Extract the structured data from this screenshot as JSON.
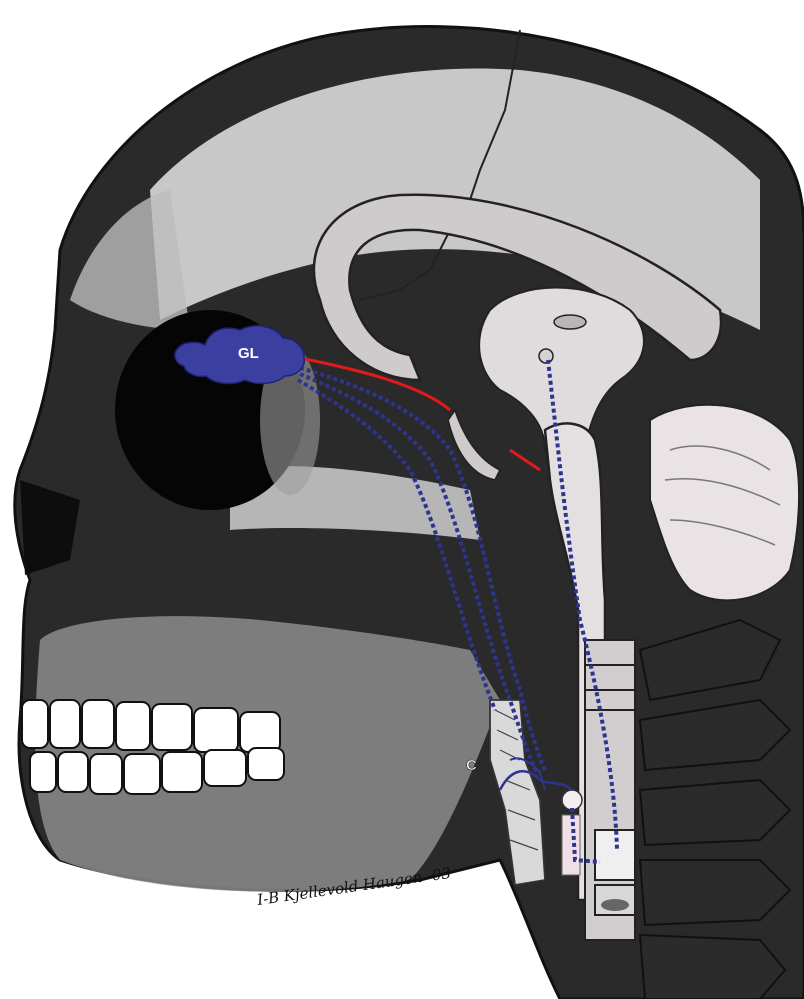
{
  "labels": {
    "ganglion": "GL",
    "carotid": "C"
  },
  "signature": "I-B Kjellevold Haugen -03",
  "colors": {
    "ganglion": "#3b3fa0",
    "nerve_dotted": "#2e3590",
    "nerve_red": "#e11b1b",
    "bone_dark": "#1a1a1a",
    "brain_fill": "#cfcbcd",
    "cerebellum_fill": "#e9e3e6"
  }
}
